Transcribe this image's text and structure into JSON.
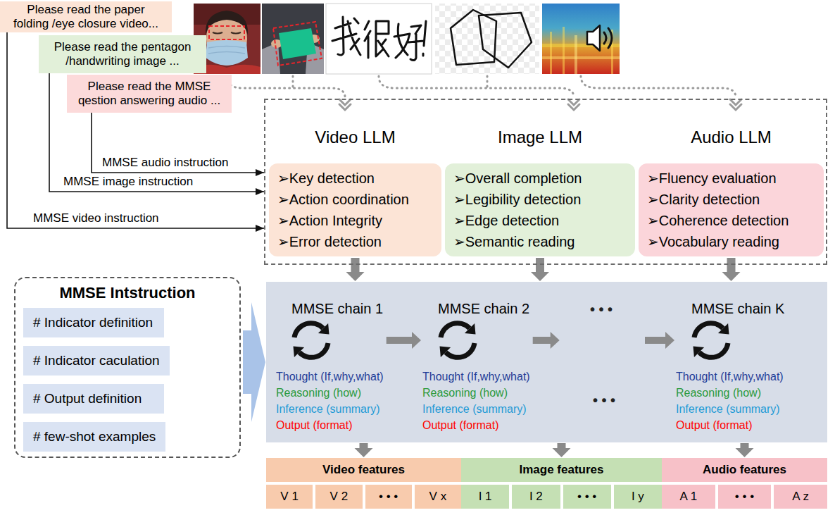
{
  "diagram": {
    "nodes": [
      {
        "text": [
          "Please read the paper folding /eye closure video..."
        ]
      },
      {
        "text": [
          "Please read the pentagon /handwriting image ..."
        ]
      },
      {
        "text": [
          "Please read the MMSE qestion answering audio ..."
        ]
      },
      {
        "text": []
      },
      {
        "text": [
          "Video LLM",
          "➢Key detection",
          "➢Action coordination",
          "➢Action Integrity",
          "➢Error detection"
        ],
        "in": 3
      },
      {
        "text": [
          "Image LLM",
          "➢Overall completion",
          "➢Legibility detection",
          "➢Edge detection",
          "➢Semantic reading"
        ],
        "in": 3
      },
      {
        "text": [
          "Audio LLM",
          "➢Fluency evaluation",
          "➢Clarity detection",
          "➢Coherence detection",
          "➢Vocabulary reading"
        ],
        "in": 3
      },
      {
        "text": [
          "MMSE Intstruction"
        ]
      },
      {
        "text": [
          "# Indicator definition"
        ],
        "in": 7
      },
      {
        "text": [
          "# Indicator caculation"
        ],
        "in": 7
      },
      {
        "text": [
          "# Output definition"
        ],
        "in": 7
      },
      {
        "text": [
          "# few-shot examples"
        ],
        "in": 7
      },
      {
        "text": []
      },
      {
        "text": [
          "MMSE chain 1",
          "Thought (If,why,what)",
          "Reasoning (how)",
          "Inference (summary)",
          "Output (format)"
        ],
        "in": 12
      },
      {
        "text": [
          "MMSE chain 2",
          "Thought (If,why,what)",
          "Reasoning (how)",
          "Inference (summary)",
          "Output (format)"
        ],
        "in": 12
      },
      {
        "text": [
          "MMSE chain K",
          "Thought (If,why,what)",
          "Reasoning (how)",
          "Inference (summary)",
          "Output (format)"
        ],
        "in": 12
      },
      {
        "text": [
          "Video features"
        ]
      },
      {
        "text": [
          "V 1"
        ],
        "in": 16
      },
      {
        "text": [
          "V 2"
        ],
        "in": 16
      },
      {
        "text": [
          "• • •"
        ],
        "in": 16
      },
      {
        "text": [
          "V x"
        ],
        "in": 16
      },
      {
        "text": [
          "Image features"
        ]
      },
      {
        "text": [
          "I 1"
        ],
        "in": 21
      },
      {
        "text": [
          "I 2"
        ],
        "in": 21
      },
      {
        "text": [
          "• • •"
        ],
        "in": 21
      },
      {
        "text": [
          "I y"
        ],
        "in": 21
      },
      {
        "text": [
          "Audio features"
        ]
      },
      {
        "text": [
          "A 1"
        ],
        "in": 26
      },
      {
        "text": [
          "• • •"
        ],
        "in": 26
      },
      {
        "text": [
          "A z"
        ],
        "in": 26
      }
    ],
    "edges": [
      {
        "from": 0,
        "to": 3,
        "arrow": "to",
        "label": "MMSE video instruction"
      },
      {
        "from": 1,
        "to": 3,
        "arrow": "to",
        "label": "MMSE image instruction"
      },
      {
        "from": 2,
        "to": 3,
        "arrow": "to",
        "label": "MMSE audio instruction"
      },
      {
        "from": 4,
        "to": 12,
        "arrow": "to"
      },
      {
        "from": 5,
        "to": 12,
        "arrow": "to"
      },
      {
        "from": 6,
        "to": 12,
        "arrow": "to"
      },
      {
        "from": 7,
        "to": 12,
        "arrow": "to"
      },
      {
        "from": 13,
        "to": 14,
        "arrow": "to"
      },
      {
        "from": 14,
        "to": 15,
        "arrow": "to"
      },
      {
        "from": 12,
        "to": 16,
        "arrow": "to"
      },
      {
        "from": 12,
        "to": 21,
        "arrow": "to"
      },
      {
        "from": 12,
        "to": 26,
        "arrow": "to"
      }
    ],
    "labels": [
      "• • •",
      "• • •"
    ]
  }
}
